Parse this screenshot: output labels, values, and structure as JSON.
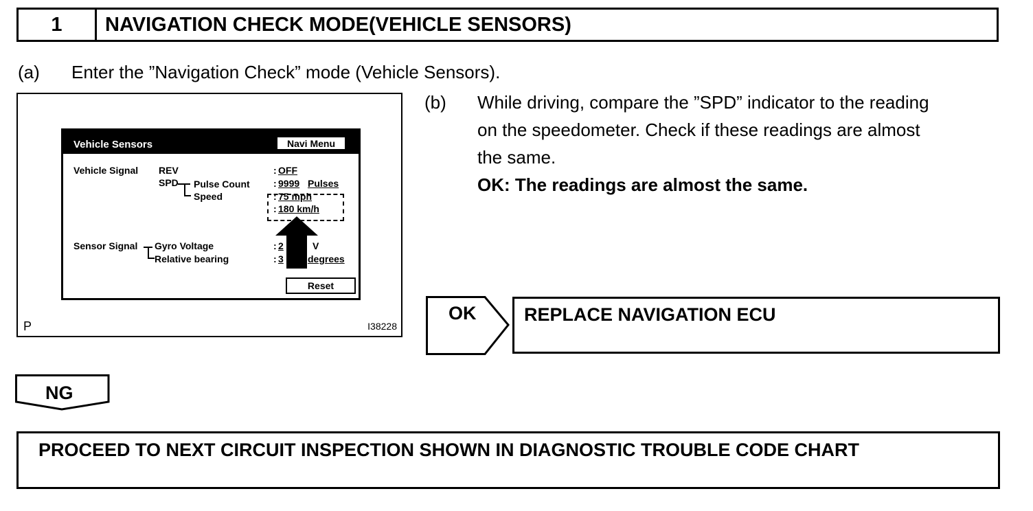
{
  "step": {
    "number": "1",
    "title": "NAVIGATION CHECK MODE(VEHICLE SENSORS)"
  },
  "item_a": {
    "label": "(a)",
    "text": "Enter the ”Navigation Check” mode (Vehicle Sensors)."
  },
  "figure": {
    "screen_title": "Vehicle Sensors",
    "navi_menu_button": "Navi Menu",
    "vehicle_signal_label": "Vehicle Signal",
    "rev_label": "REV",
    "spd_label": "SPD",
    "pulse_count_label": "Pulse Count",
    "speed_label": "Speed",
    "rev_value": "OFF",
    "pulse_value": "9999",
    "pulse_unit": "Pulses",
    "speed_mph_value": "75 mph",
    "speed_kmh_value": "180 km/h",
    "sensor_signal_label": "Sensor Signal",
    "gyro_voltage_label": "Gyro Voltage",
    "relative_bearing_label": "Relative bearing",
    "gyro_value_partial": "2",
    "gyro_unit_partial": "V",
    "bearing_value_partial": "3",
    "bearing_unit_partial": "degrees",
    "colon": ":",
    "reset_button": "Reset",
    "corner_letter": "P",
    "figure_code": "I38228"
  },
  "item_b": {
    "label": "(b)",
    "lines": [
      "While driving, compare the ”SPD” indicator to the reading",
      "on the speedometer. Check if these readings are almost",
      "the same."
    ],
    "ok_statement": "OK: The readings are almost the same."
  },
  "ok_branch": {
    "label": "OK",
    "result": "REPLACE NAVIGATION ECU"
  },
  "ng_branch": {
    "label": "NG",
    "result": "PROCEED TO NEXT CIRCUIT INSPECTION SHOWN IN DIAGNOSTIC TROUBLE CODE CHART"
  }
}
